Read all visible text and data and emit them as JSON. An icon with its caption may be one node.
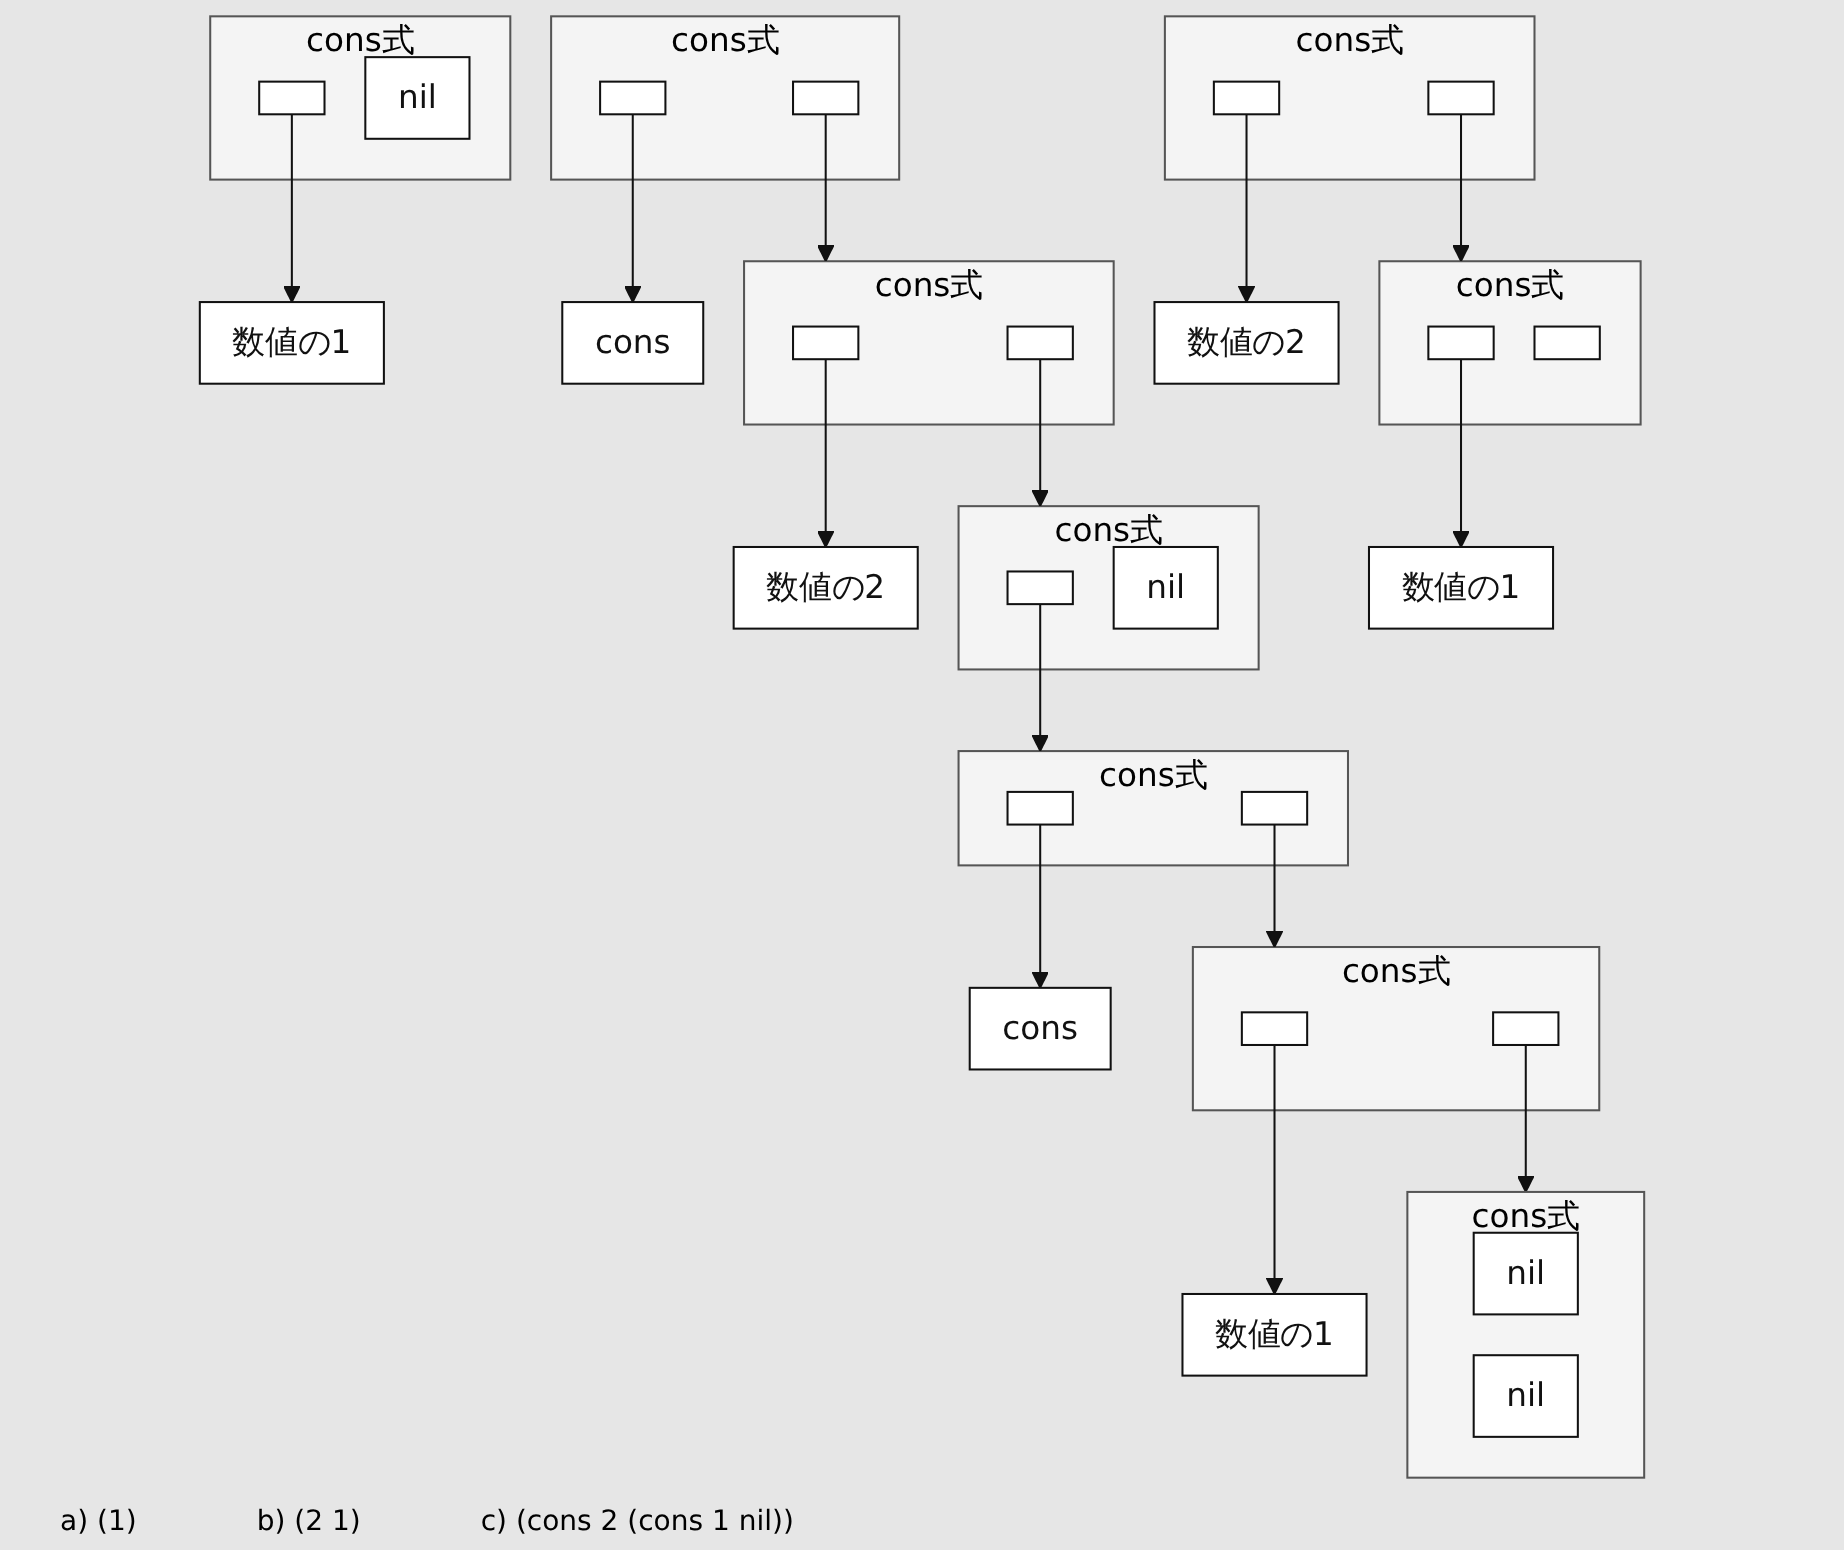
{
  "diagram": {
    "nodes": [
      {
        "text": [
          "cons式"
        ]
      },
      {
        "text": [],
        "shape": "box",
        "in": 0
      },
      {
        "text": [
          "nil"
        ],
        "in": 0
      },
      {
        "text": [
          "数値の1"
        ]
      },
      {
        "text": [
          "cons式"
        ]
      },
      {
        "text": [],
        "shape": "box",
        "in": 4
      },
      {
        "text": [],
        "shape": "box",
        "in": 4
      },
      {
        "text": [
          "cons式"
        ]
      },
      {
        "text": [],
        "shape": "box",
        "in": 7
      },
      {
        "text": [],
        "shape": "box",
        "in": 7
      },
      {
        "text": [
          "数値の2"
        ]
      },
      {
        "text": [
          "数値の1"
        ]
      },
      {
        "text": [
          "cons式"
        ]
      },
      {
        "text": [],
        "shape": "box",
        "in": 12
      },
      {
        "text": [],
        "shape": "box",
        "in": 12
      },
      {
        "text": [
          "cons式"
        ]
      },
      {
        "text": [],
        "shape": "box",
        "in": 15
      },
      {
        "text": [],
        "shape": "box",
        "in": 15
      },
      {
        "text": [
          "cons式"
        ]
      },
      {
        "text": [],
        "shape": "box",
        "in": 18
      },
      {
        "text": [
          "nil"
        ],
        "in": 18
      },
      {
        "text": [
          "cons"
        ]
      },
      {
        "text": [
          "数値の2"
        ]
      },
      {
        "text": [
          "cons式"
        ]
      },
      {
        "text": [],
        "shape": "box",
        "in": 23
      },
      {
        "text": [],
        "shape": "box",
        "in": 23
      },
      {
        "text": [
          "cons式"
        ]
      },
      {
        "text": [],
        "shape": "box",
        "in": 26
      },
      {
        "text": [],
        "shape": "box",
        "in": 26
      },
      {
        "text": [
          "cons式"
        ]
      },
      {
        "text": [
          "nil"
        ],
        "in": 29
      },
      {
        "text": [
          "nil"
        ],
        "in": 29
      },
      {
        "text": [
          "cons"
        ]
      },
      {
        "text": [
          "数値の1"
        ]
      }
    ],
    "edges": [
      {
        "from": 1,
        "to": 3,
        "arrow": "to"
      },
      {
        "from": 5,
        "to": 10,
        "arrow": "to"
      },
      {
        "from": 6,
        "to": 7,
        "arrow": "to"
      },
      {
        "from": 8,
        "to": 11,
        "arrow": "to"
      },
      {
        "from": 13,
        "to": 21,
        "arrow": "to"
      },
      {
        "from": 14,
        "to": 15,
        "arrow": "to"
      },
      {
        "from": 16,
        "to": 22,
        "arrow": "to"
      },
      {
        "from": 17,
        "to": 18,
        "arrow": "to"
      },
      {
        "from": 19,
        "to": 23,
        "arrow": "to"
      },
      {
        "from": 24,
        "to": 32,
        "arrow": "to"
      },
      {
        "from": 25,
        "to": 26,
        "arrow": "to"
      },
      {
        "from": 27,
        "to": 33,
        "arrow": "to"
      },
      {
        "from": 28,
        "to": 29,
        "arrow": "to"
      }
    ],
    "labels": [
      "a) (1)",
      "b) (2 1)",
      "c) (cons 2 (cons 1 nil))"
    ]
  }
}
